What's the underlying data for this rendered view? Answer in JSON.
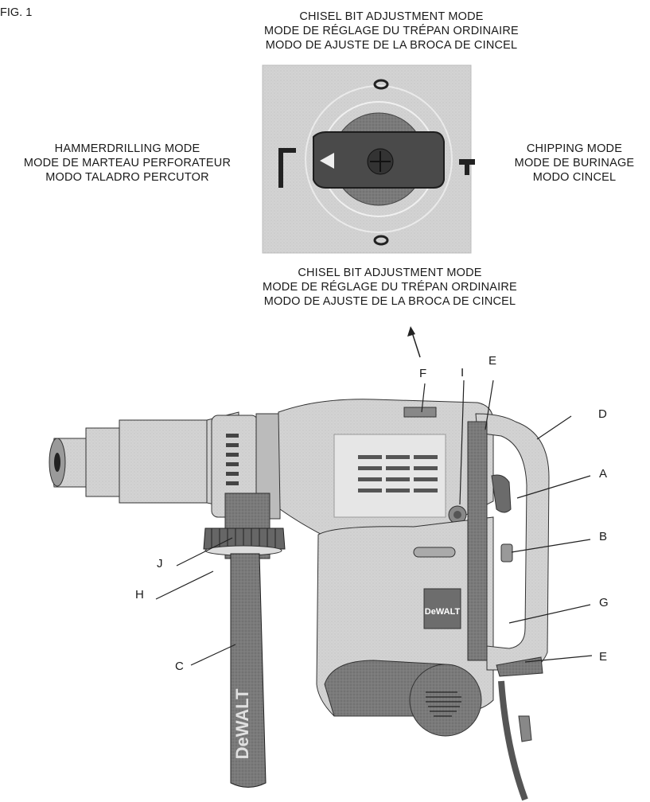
{
  "figure_label": "FIG. 1",
  "modes": {
    "top": [
      "CHISEL BIT ADJUSTMENT MODE",
      "MODE DE RÉGLAGE DU TRÉPAN ORDINAIRE",
      "MODO DE AJUSTE DE LA BROCA DE CINCEL"
    ],
    "left": [
      "HAMMERDRILLING MODE",
      "MODE DE MARTEAU PERFORATEUR",
      "MODO TALADRO PERCUTOR"
    ],
    "right": [
      "CHIPPING MODE",
      "MODE DE BURINAGE",
      "MODO CINCEL"
    ],
    "bottom": [
      "CHISEL BIT ADJUSTMENT MODE",
      "MODE DE RÉGLAGE DU TRÉPAN ORDINAIRE",
      "MODO DE AJUSTE DE LA BROCA DE CINCEL"
    ]
  },
  "callouts": {
    "A": "A",
    "B": "B",
    "C": "C",
    "D": "D",
    "E_top": "E",
    "E_bottom": "E",
    "F": "F",
    "G": "G",
    "H": "H",
    "I": "I",
    "J": "J"
  },
  "brand": {
    "body_logo": "DeWALT",
    "handle_logo": "DeWALT"
  },
  "colors": {
    "panel": "#d2d2d2",
    "tool_body": "#c9c9c9",
    "tool_dark": "#6b6b6b",
    "selector": "#3a3a3a"
  }
}
